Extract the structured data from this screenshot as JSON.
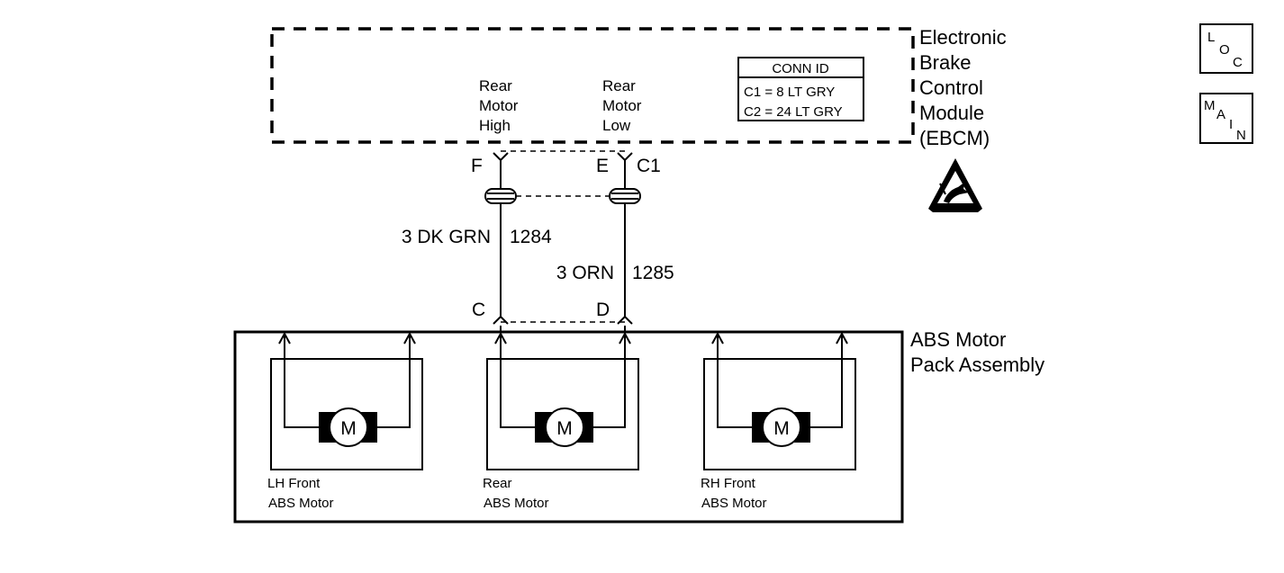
{
  "ebcm": {
    "title_lines": [
      "Electronic",
      "Brake",
      "Control",
      "Module",
      "(EBCM)"
    ],
    "pin_high_lines": [
      "Rear",
      "Motor",
      "High"
    ],
    "pin_low_lines": [
      "Rear",
      "Motor",
      "Low"
    ],
    "conn_id": {
      "header": "CONN ID",
      "c1": "C1 = 8 LT GRY",
      "c2": "C2 = 24 LT GRY"
    }
  },
  "connector_top": {
    "pin_f": "F",
    "pin_e": "E",
    "connector_name": "C1"
  },
  "wires": {
    "high": {
      "color_label": "3 DK GRN",
      "circuit": "1284"
    },
    "low": {
      "color_label": "3 ORN",
      "circuit": "1285"
    }
  },
  "connector_bottom": {
    "pin_c": "C",
    "pin_d": "D"
  },
  "motor_pack": {
    "title_lines": [
      "ABS Motor",
      "Pack Assembly"
    ],
    "motor_symbol": "M",
    "motors": [
      {
        "label_lines": [
          "LH Front",
          "ABS Motor"
        ]
      },
      {
        "label_lines": [
          "Rear",
          "ABS Motor"
        ]
      },
      {
        "label_lines": [
          "RH Front",
          "ABS Motor"
        ]
      }
    ]
  },
  "nav": {
    "loc": [
      "L",
      "O",
      "C"
    ],
    "main": [
      "M",
      "A",
      "I",
      "N"
    ]
  },
  "icons": {
    "esd": "esd-warning-icon"
  }
}
